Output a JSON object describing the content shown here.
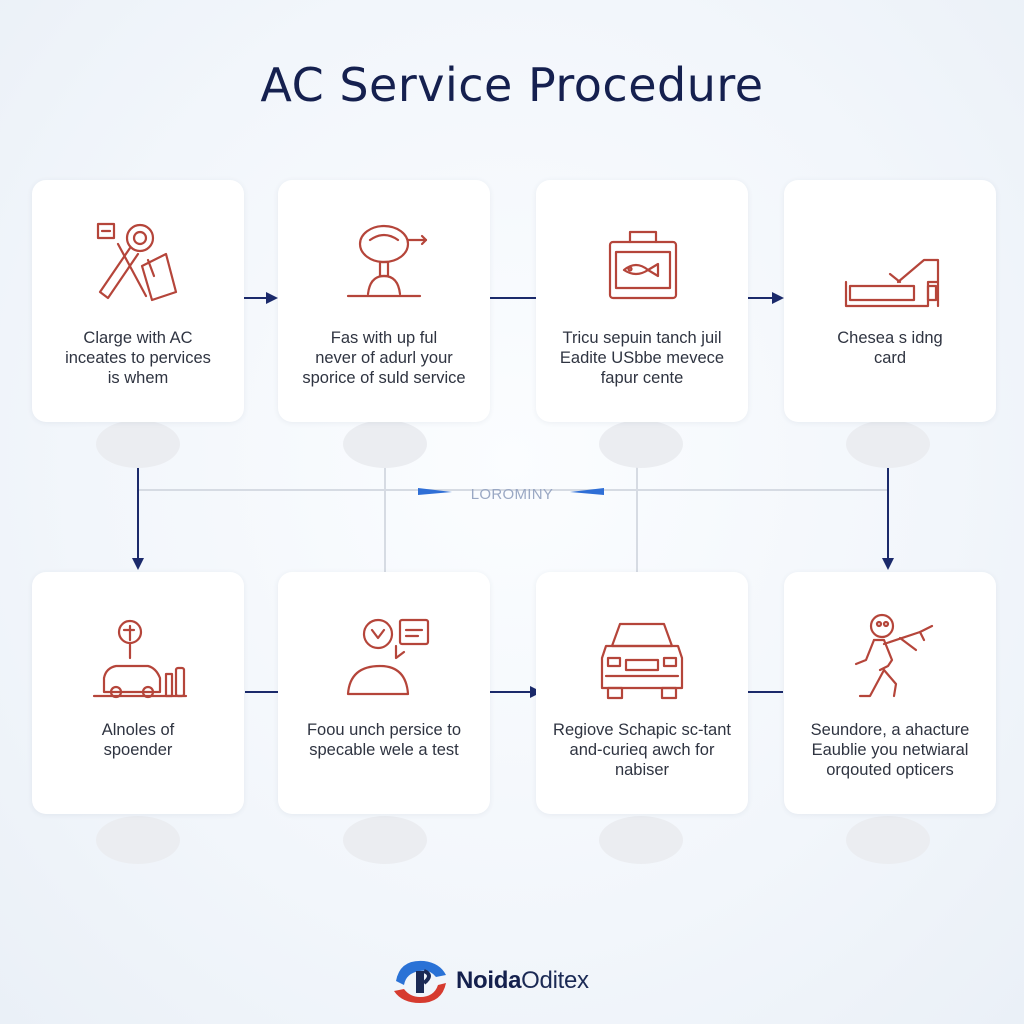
{
  "title": "AC Service Procedure",
  "colors": {
    "icon_stroke": "#b5453a",
    "arrow": "#1b2a6b",
    "accent_blue": "#2f6fd6",
    "connector_light": "#d6dbe3"
  },
  "center_label": "LOROMINY",
  "steps": [
    {
      "icon": "wrench-tools-icon",
      "lines": [
        "Clarge with AC",
        "inceates to pervices",
        "is whem"
      ]
    },
    {
      "icon": "technician-head-icon",
      "lines": [
        "Fas with up ful",
        "never of adurl your",
        "sporice of suld service"
      ]
    },
    {
      "icon": "toolbox-fish-icon",
      "lines": [
        "Tricu sepuin tanch juil",
        "Eadite USbbe mevece",
        "fapur cente"
      ]
    },
    {
      "icon": "card-reader-icon",
      "lines": [
        "Chesea s idng",
        "card"
      ]
    },
    {
      "icon": "car-location-icon",
      "lines": [
        "Alnoles of",
        "spoender"
      ]
    },
    {
      "icon": "person-chat-icon",
      "lines": [
        "Foou unch persice to",
        "specable wele a test"
      ]
    },
    {
      "icon": "car-front-icon",
      "lines": [
        "Regiove Schapic sc-tant",
        "and-curieq awch for",
        "nabiser"
      ]
    },
    {
      "icon": "worker-spray-icon",
      "lines": [
        "Seundore, a ahacture",
        "Eaublie you netwiaral",
        "orqouted opticers"
      ]
    }
  ],
  "logo": {
    "bold": "Noida",
    "rest": "Oditex"
  }
}
